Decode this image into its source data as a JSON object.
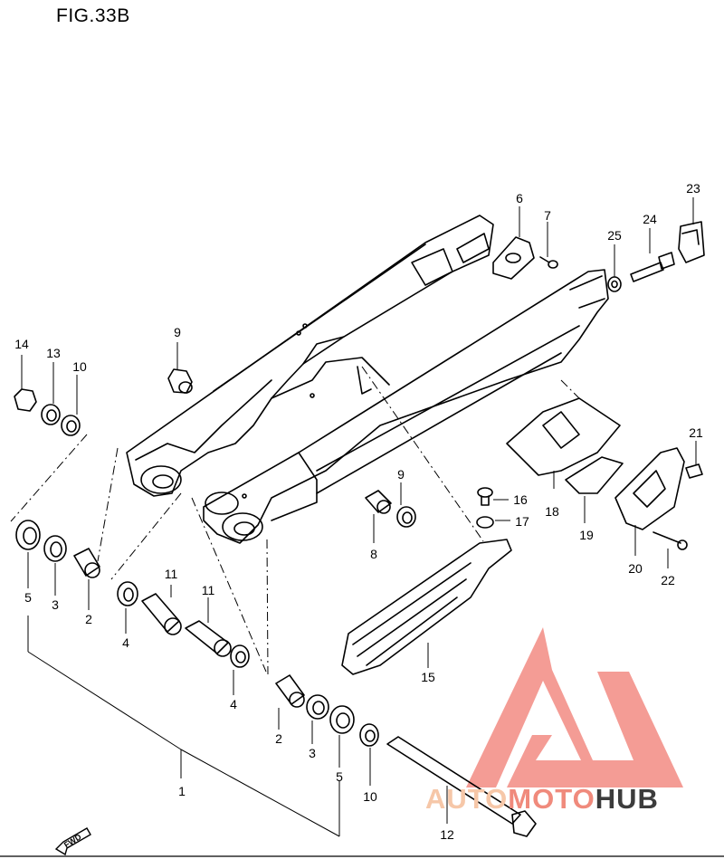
{
  "figure": {
    "title": "FIG.33B"
  },
  "fwd_label": "FWD",
  "watermark": {
    "part1": "AUTO",
    "part2": "MOTO",
    "part3": "HUB",
    "colors": {
      "part1": "#f6c7a8",
      "part2": "#f08a7c",
      "part3": "#3c3c3c",
      "logo": "#f28b82"
    }
  },
  "callouts": {
    "c1": "1",
    "c2a": "2",
    "c2b": "2",
    "c3a": "3",
    "c3b": "3",
    "c4a": "4",
    "c4b": "4",
    "c5a": "5",
    "c5b": "5",
    "c6": "6",
    "c7": "7",
    "c8": "8",
    "c9a": "9",
    "c9b": "9",
    "c10a": "10",
    "c10b": "10",
    "c11a": "11",
    "c11b": "11",
    "c12": "12",
    "c13": "13",
    "c14": "14",
    "c15": "15",
    "c16": "16",
    "c17": "17",
    "c18": "18",
    "c19": "19",
    "c20": "20",
    "c21": "21",
    "c22": "22",
    "c23": "23",
    "c24": "24",
    "c25": "25"
  }
}
